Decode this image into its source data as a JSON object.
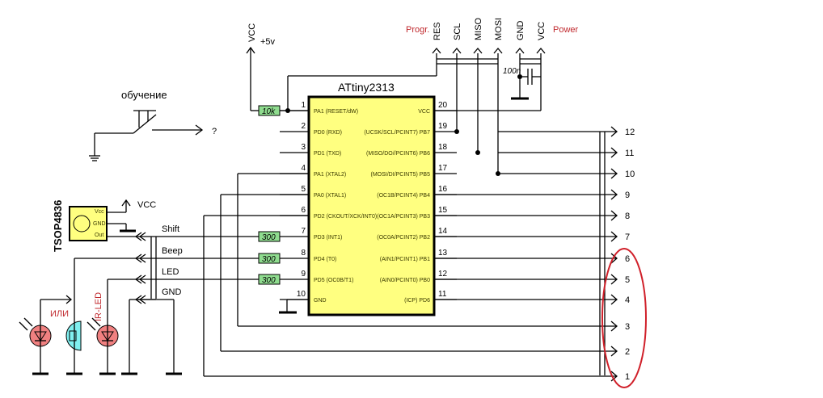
{
  "chip": {
    "name": "ATtiny2313",
    "left_pins": [
      {
        "num": "1",
        "label": "PA1 (RESET/dW)"
      },
      {
        "num": "2",
        "label": "PD0 (RXD)"
      },
      {
        "num": "3",
        "label": "PD1 (TXD)"
      },
      {
        "num": "4",
        "label": "PA1 (XTAL2)"
      },
      {
        "num": "5",
        "label": "PA0 (XTAL1)"
      },
      {
        "num": "6",
        "label": "PD2 (CKOUT/XCK/INT0)"
      },
      {
        "num": "7",
        "label": "PD3 (INT1)"
      },
      {
        "num": "8",
        "label": "PD4 (T0)"
      },
      {
        "num": "9",
        "label": "PD5 (OC0B/T1)"
      },
      {
        "num": "10",
        "label": "GND"
      }
    ],
    "right_pins": [
      {
        "num": "20",
        "label": "VCC"
      },
      {
        "num": "19",
        "label": "(UCSK/SCL/PCINT7) PB7"
      },
      {
        "num": "18",
        "label": "(MISO/DO//PCINT6) PB6"
      },
      {
        "num": "17",
        "label": "(MOSI/DI/PCINT5) PB5"
      },
      {
        "num": "16",
        "label": "(OC1B/PCINT4) PB4"
      },
      {
        "num": "15",
        "label": "(OC1A/PCINT3) PB3"
      },
      {
        "num": "14",
        "label": "(OC0A/PCINT2) PB2"
      },
      {
        "num": "13",
        "label": "(AIN1/PCINT1) PB1"
      },
      {
        "num": "12",
        "label": "(AIN0/PCINT0) PB0"
      },
      {
        "num": "11",
        "label": "(ICP) PD6"
      }
    ]
  },
  "power": {
    "vcc_label": "VCC",
    "voltage": "+5v",
    "pullup": "10k"
  },
  "header": {
    "progr_label": "Progr.",
    "power_label": "Power",
    "pins": [
      "RES",
      "SCL",
      "MISO",
      "MOSI",
      "GND",
      "VCC"
    ],
    "capacitor": "100n"
  },
  "button": {
    "label": "обучение",
    "target": "?"
  },
  "sensor": {
    "name": "TSOP4836",
    "pins": [
      "Vcc",
      "GND",
      "Out"
    ],
    "vcc_label": "VCC"
  },
  "connector_left": {
    "signals": [
      "Shift",
      "Beep",
      "LED",
      "GND"
    ],
    "resistor": "300"
  },
  "leds": {
    "or_label": "ИЛИ",
    "ir_label": "IR-LED"
  },
  "outputs": [
    "12",
    "11",
    "10",
    "9",
    "8",
    "7",
    "6",
    "5",
    "4",
    "3",
    "2",
    "1"
  ],
  "highlight": {
    "color": "#d0202a",
    "items": [
      "6",
      "5",
      "4",
      "3",
      "2",
      "1"
    ]
  },
  "colors": {
    "chip": "#ffff80",
    "resistor": "#8fdc8f",
    "led": "#f08080",
    "buzzer": "#80f0f0",
    "label_red": "#c0282d"
  }
}
